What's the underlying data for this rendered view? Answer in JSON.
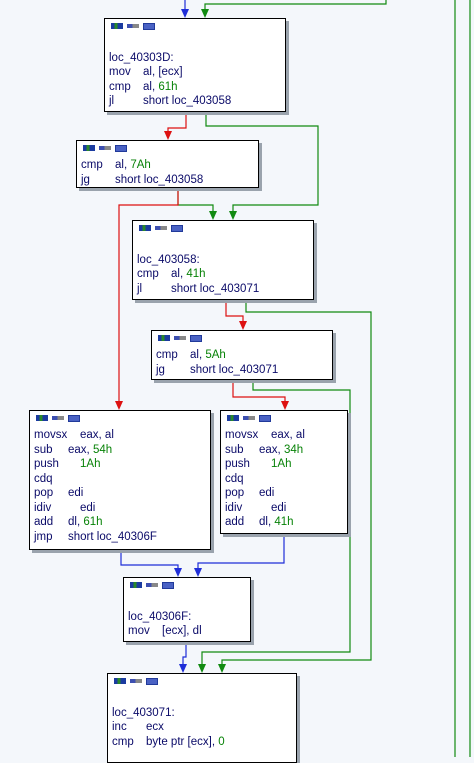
{
  "colors": {
    "edge_true": "#118a11",
    "edge_false": "#dd1111",
    "edge_uncond": "#1f2ed8",
    "instr_text": "#0a0a68",
    "immediate": "#078207"
  },
  "nodes": [
    {
      "id": "n1",
      "lines": [
        {
          "label": ""
        },
        {
          "label": "loc_40303D:"
        },
        {
          "m": "mov",
          "ops": [
            {
              "t": "al, [ecx]"
            }
          ]
        },
        {
          "m": "cmp",
          "ops": [
            {
              "t": "al, "
            },
            {
              "t": "61h",
              "n": true
            }
          ]
        },
        {
          "m": "jl",
          "ops": [
            {
              "t": "short loc_403058"
            }
          ]
        }
      ]
    },
    {
      "id": "n2",
      "lines": [
        {
          "m": "cmp",
          "ops": [
            {
              "t": "al, "
            },
            {
              "t": "7Ah",
              "n": true
            }
          ]
        },
        {
          "m": "jg",
          "ops": [
            {
              "t": "short loc_403058"
            }
          ]
        }
      ]
    },
    {
      "id": "n3",
      "lines": [
        {
          "label": ""
        },
        {
          "label": "loc_403058:"
        },
        {
          "m": "cmp",
          "ops": [
            {
              "t": "al, "
            },
            {
              "t": "41h",
              "n": true
            }
          ]
        },
        {
          "m": "jl",
          "ops": [
            {
              "t": "short loc_403071"
            }
          ]
        }
      ]
    },
    {
      "id": "n4",
      "lines": [
        {
          "m": "cmp",
          "ops": [
            {
              "t": "al, "
            },
            {
              "t": "5Ah",
              "n": true
            }
          ]
        },
        {
          "m": "jg",
          "ops": [
            {
              "t": "short loc_403071"
            }
          ]
        }
      ]
    },
    {
      "id": "n5",
      "lines": [
        {
          "m": "movsx",
          "ops": [
            {
              "t": "eax, al"
            }
          ]
        },
        {
          "m": "sub",
          "ops": [
            {
              "t": "eax, "
            },
            {
              "t": "54h",
              "n": true
            }
          ]
        },
        {
          "m": "push",
          "ops": [
            {
              "t": "1Ah",
              "n": true
            }
          ]
        },
        {
          "m": "cdq",
          "ops": []
        },
        {
          "m": "pop",
          "ops": [
            {
              "t": "edi"
            }
          ]
        },
        {
          "m": "idiv",
          "ops": [
            {
              "t": "edi"
            }
          ]
        },
        {
          "m": "add",
          "ops": [
            {
              "t": "dl, "
            },
            {
              "t": "61h",
              "n": true
            }
          ]
        },
        {
          "m": "jmp",
          "ops": [
            {
              "t": "short loc_40306F"
            }
          ]
        }
      ]
    },
    {
      "id": "n6",
      "lines": [
        {
          "m": "movsx",
          "ops": [
            {
              "t": "eax, al"
            }
          ]
        },
        {
          "m": "sub",
          "ops": [
            {
              "t": "eax, "
            },
            {
              "t": "34h",
              "n": true
            }
          ]
        },
        {
          "m": "push",
          "ops": [
            {
              "t": "1Ah",
              "n": true
            }
          ]
        },
        {
          "m": "cdq",
          "ops": []
        },
        {
          "m": "pop",
          "ops": [
            {
              "t": "edi"
            }
          ]
        },
        {
          "m": "idiv",
          "ops": [
            {
              "t": "edi"
            }
          ]
        },
        {
          "m": "add",
          "ops": [
            {
              "t": "dl, "
            },
            {
              "t": "41h",
              "n": true
            }
          ]
        }
      ]
    },
    {
      "id": "n7",
      "lines": [
        {
          "label": ""
        },
        {
          "label": "loc_40306F:"
        },
        {
          "m": "mov",
          "ops": [
            {
              "t": "[ecx], dl"
            }
          ]
        }
      ]
    },
    {
      "id": "n8",
      "lines": [
        {
          "label": ""
        },
        {
          "label": "loc_403071:"
        },
        {
          "m": "inc",
          "ops": [
            {
              "t": "ecx"
            }
          ]
        },
        {
          "m": "cmp",
          "ops": [
            {
              "t": "byte ptr [ecx], "
            },
            {
              "t": "0",
              "n": true
            }
          ]
        }
      ]
    }
  ],
  "edges": [
    {
      "from": "n1",
      "to": "n2",
      "kind": "false"
    },
    {
      "from": "n1",
      "to": "n3",
      "kind": "true"
    },
    {
      "from": "n2",
      "to": "n3",
      "kind": "true"
    },
    {
      "from": "n2",
      "to": "n5",
      "kind": "false"
    },
    {
      "from": "n3",
      "to": "n4",
      "kind": "false"
    },
    {
      "from": "n3",
      "to": "n8",
      "kind": "true"
    },
    {
      "from": "n4",
      "to": "n6",
      "kind": "false"
    },
    {
      "from": "n4",
      "to": "n8",
      "kind": "true"
    },
    {
      "from": "n5",
      "to": "n7",
      "kind": "uncond"
    },
    {
      "from": "n6",
      "to": "n7",
      "kind": "uncond"
    },
    {
      "from": "n7",
      "to": "n8",
      "kind": "uncond"
    },
    {
      "from": "top",
      "to": "n1",
      "kind": "uncond"
    },
    {
      "from": "loop",
      "to": "n1",
      "kind": "true"
    }
  ]
}
